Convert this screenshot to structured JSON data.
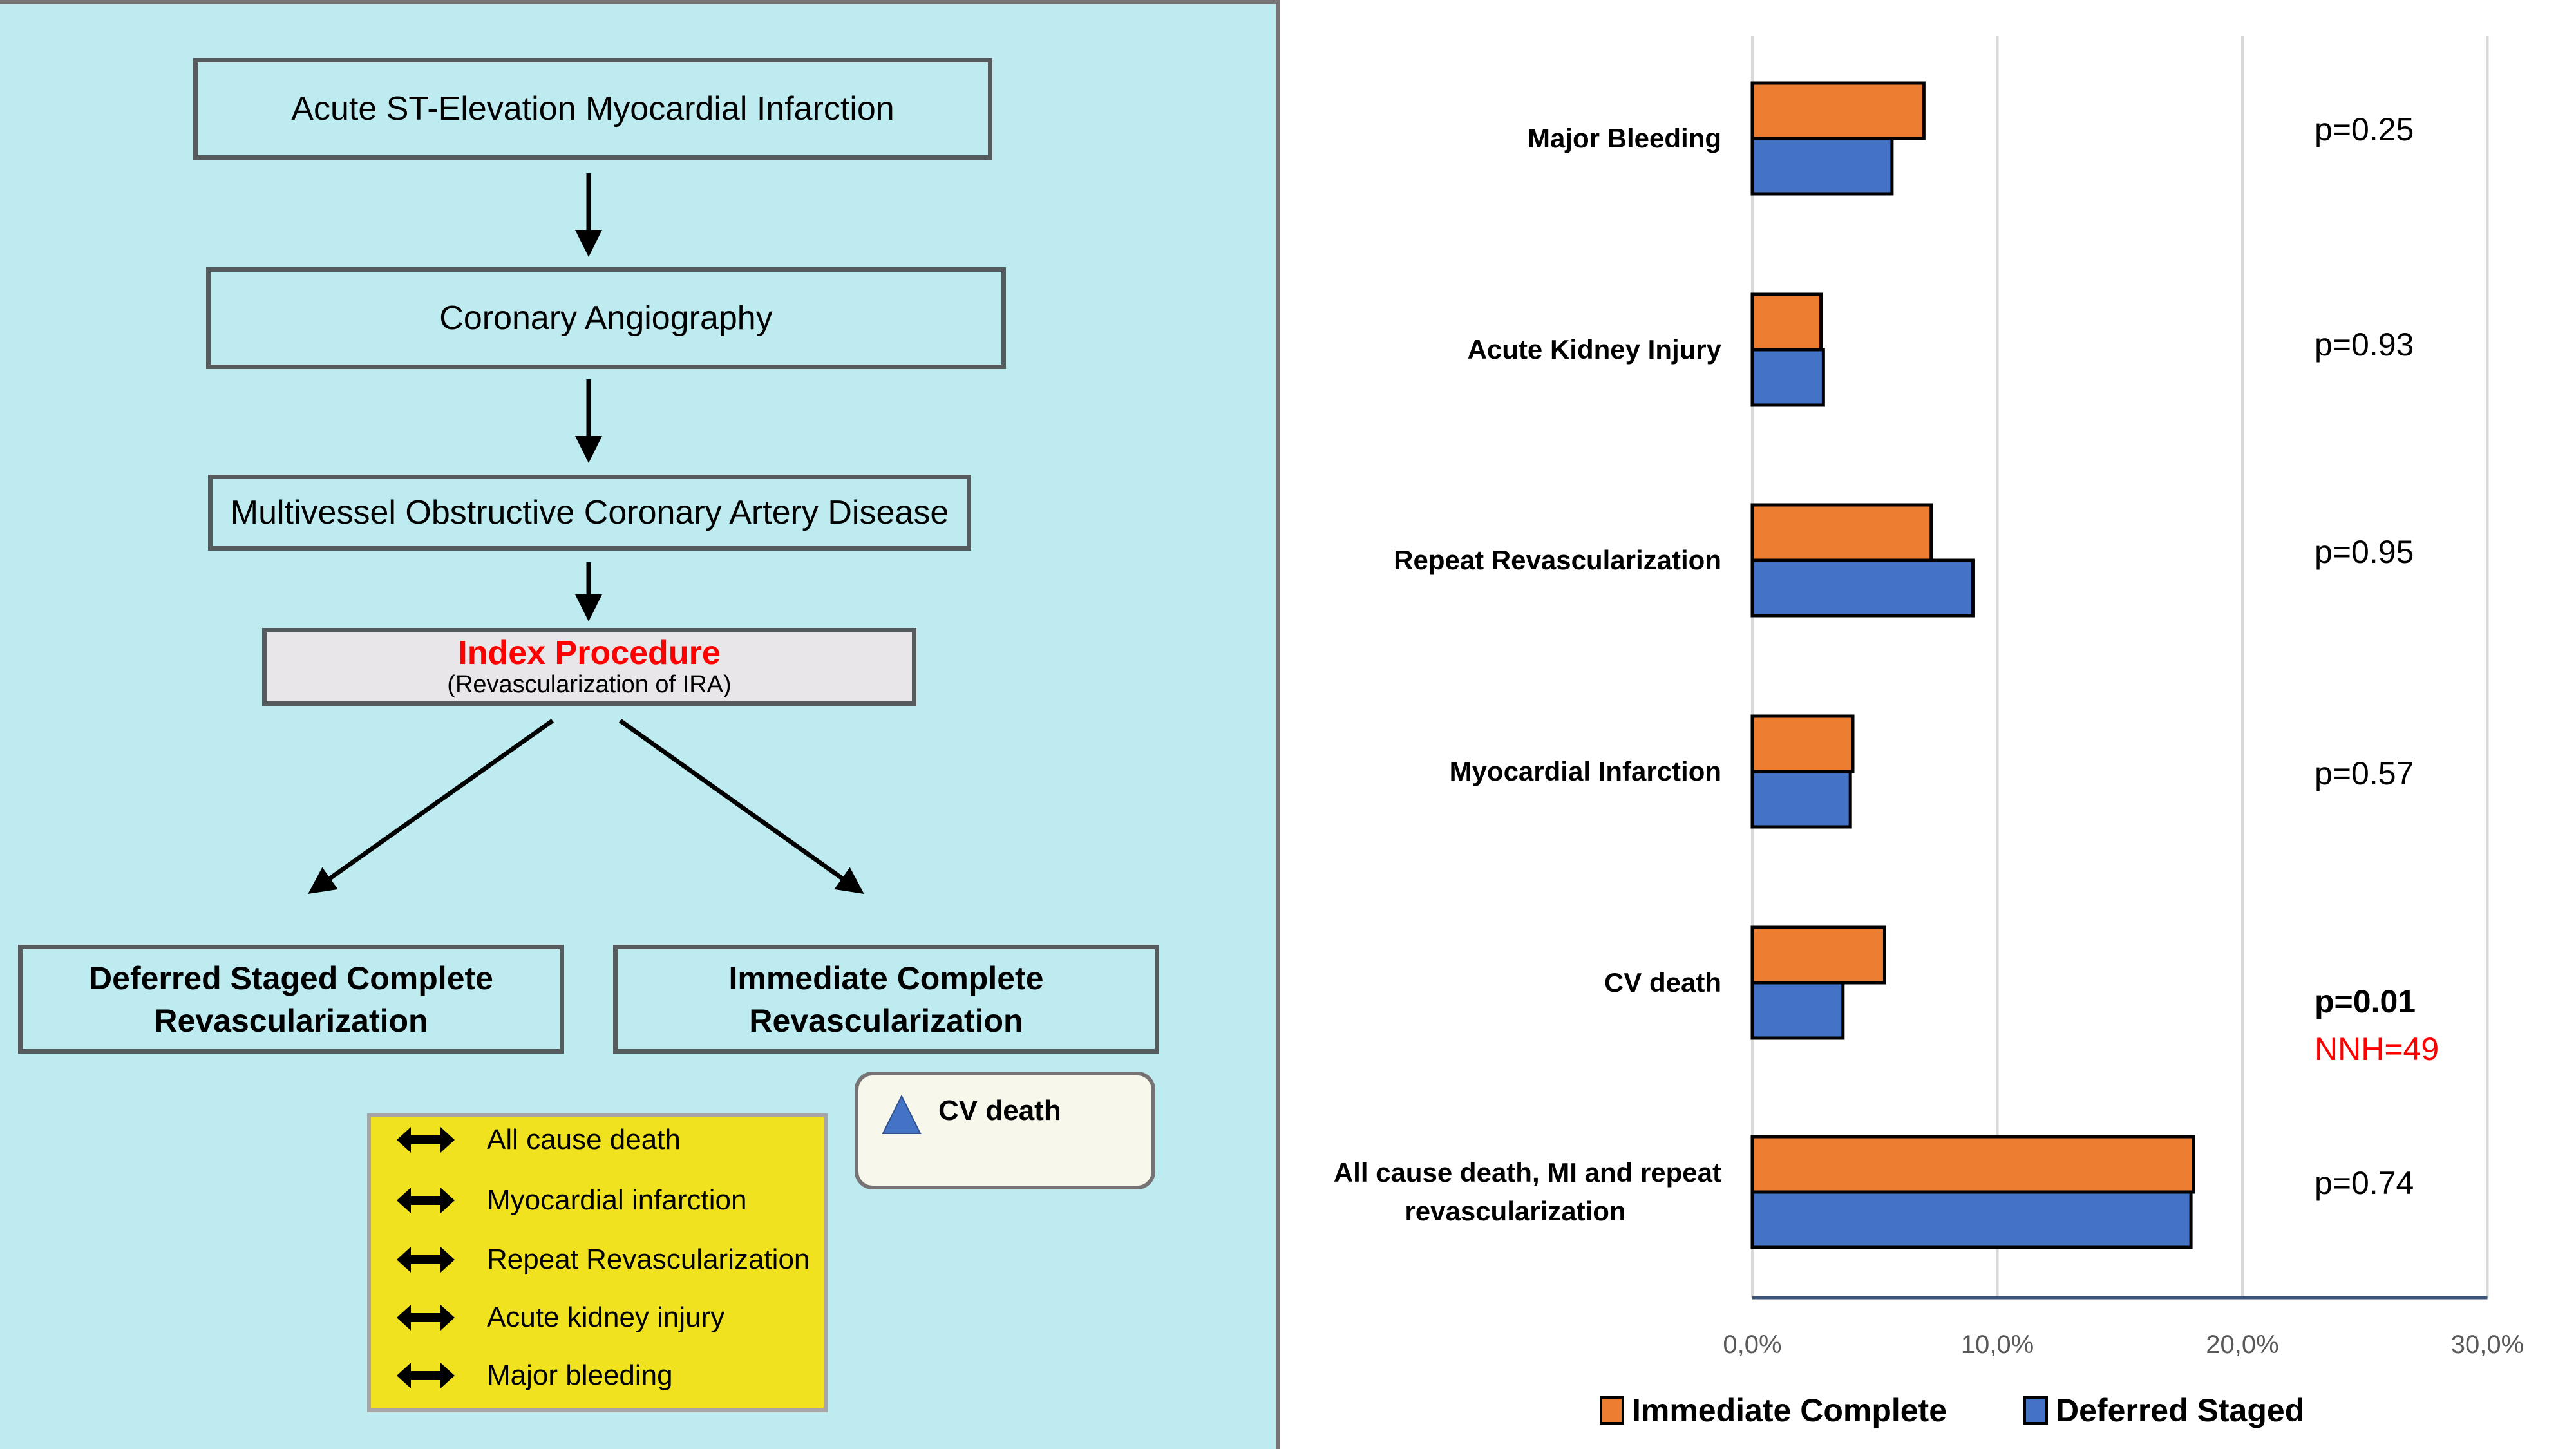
{
  "flowchart": {
    "step1": "Acute ST-Elevation Myocardial Infarction",
    "step2": "Coronary Angiography",
    "step3": "Multivessel Obstructive Coronary Artery Disease",
    "index_title": "Index Procedure",
    "index_subtitle": "(Revascularization of IRA)",
    "branch_left": [
      "Deferred Staged Complete",
      "Revascularization"
    ],
    "branch_right": [
      "Immediate Complete",
      "Revascularization"
    ],
    "no_difference_legend": {
      "icon": "double-arrow-icon",
      "items": [
        "All cause death",
        "Myocardial infarction",
        "Repeat Revascularization",
        "Acute kidney injury",
        "Major bleeding"
      ]
    },
    "increased_legend": {
      "icon": "triangle-up-icon",
      "label": "CV death"
    }
  },
  "colors": {
    "panel_bg": "#BDEBEF",
    "immediate": "#ED7D31",
    "deferred": "#4472C4",
    "highlight_red": "#FF0000",
    "legend_yellow": "#F0E21E"
  },
  "chart_data": {
    "type": "bar",
    "orientation": "horizontal",
    "title": "",
    "xlabel": "",
    "ylabel": "",
    "categories": [
      "Major Bleeding",
      "Acute Kidney Injury",
      "Repeat Revascularization",
      "Myocardial Infarction",
      "CV death",
      "All cause death, MI and repeat revascularization"
    ],
    "category_label_lines": [
      [
        "Major Bleeding"
      ],
      [
        "Acute Kidney Injury"
      ],
      [
        "Repeat Revascularization"
      ],
      [
        "Myocardial Infarction"
      ],
      [
        "CV death"
      ],
      [
        "All cause death, MI and repeat",
        "revascularization"
      ]
    ],
    "series": [
      {
        "name": "Immediate Complete",
        "color": "#ED7D31",
        "values": [
          7.0,
          2.8,
          7.3,
          4.1,
          5.4,
          18.0
        ]
      },
      {
        "name": "Deferred Staged",
        "color": "#4472C4",
        "values": [
          5.7,
          2.9,
          9.0,
          4.0,
          3.7,
          17.9
        ]
      }
    ],
    "value_unit": "%",
    "xlim": [
      0,
      30
    ],
    "xticks": [
      0,
      10,
      20,
      30
    ],
    "xtick_labels": [
      "0,0%",
      "10,0%",
      "20,0%",
      "30,0%"
    ],
    "grid": true,
    "annotations": [
      {
        "category": "Major Bleeding",
        "text": "p=0.25",
        "bold": false
      },
      {
        "category": "Acute Kidney Injury",
        "text": "p=0.93",
        "bold": false
      },
      {
        "category": "Repeat Revascularization",
        "text": "p=0.95",
        "bold": false
      },
      {
        "category": "Myocardial Infarction",
        "text": "p=0.57",
        "bold": false
      },
      {
        "category": "CV death",
        "text": "p=0.01",
        "bold": true,
        "extra": "NNH=49",
        "extra_color": "#FF0000"
      },
      {
        "category": "All cause death, MI and repeat revascularization",
        "text": "p=0.74",
        "bold": false
      }
    ],
    "legend": {
      "position": "bottom",
      "entries": [
        "Immediate Complete",
        "Deferred Staged"
      ]
    }
  }
}
